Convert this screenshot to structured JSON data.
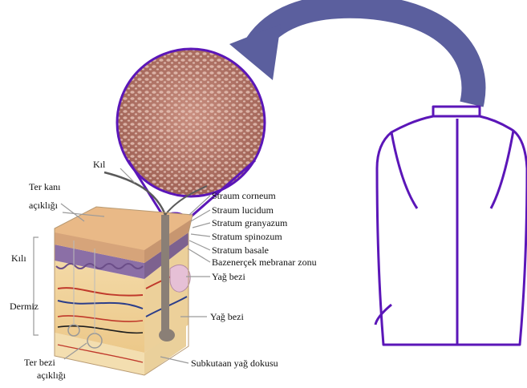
{
  "labels": {
    "kil_top": "Kıl",
    "ter_kan": "Ter kanı",
    "acikligi": "açıklığı",
    "kili": "Kılı",
    "dermiz": "Dermiz",
    "ter_bezi": "Ter bezi",
    "acikligi2": "açıklığı",
    "stratum_corneum": "Straum corneum",
    "stratum_lucidum": "Straum lucidum",
    "stratum_granulosum": "Stratum granyazum",
    "stratum_spinosum": "Stratum spinozum",
    "stratum_basale": "Stratum basale",
    "basement_membrane": "Bazenerçek mebranar zonu",
    "yag_bezi_1": "Yağ bezi",
    "yag_bezi_2": "Yağ bezi",
    "subkutan": "Subkutaan yağ dokusu"
  },
  "colors": {
    "arrow": "#5b5f9e",
    "outline": "#5b16b8",
    "leader": "#9a9a9a"
  }
}
